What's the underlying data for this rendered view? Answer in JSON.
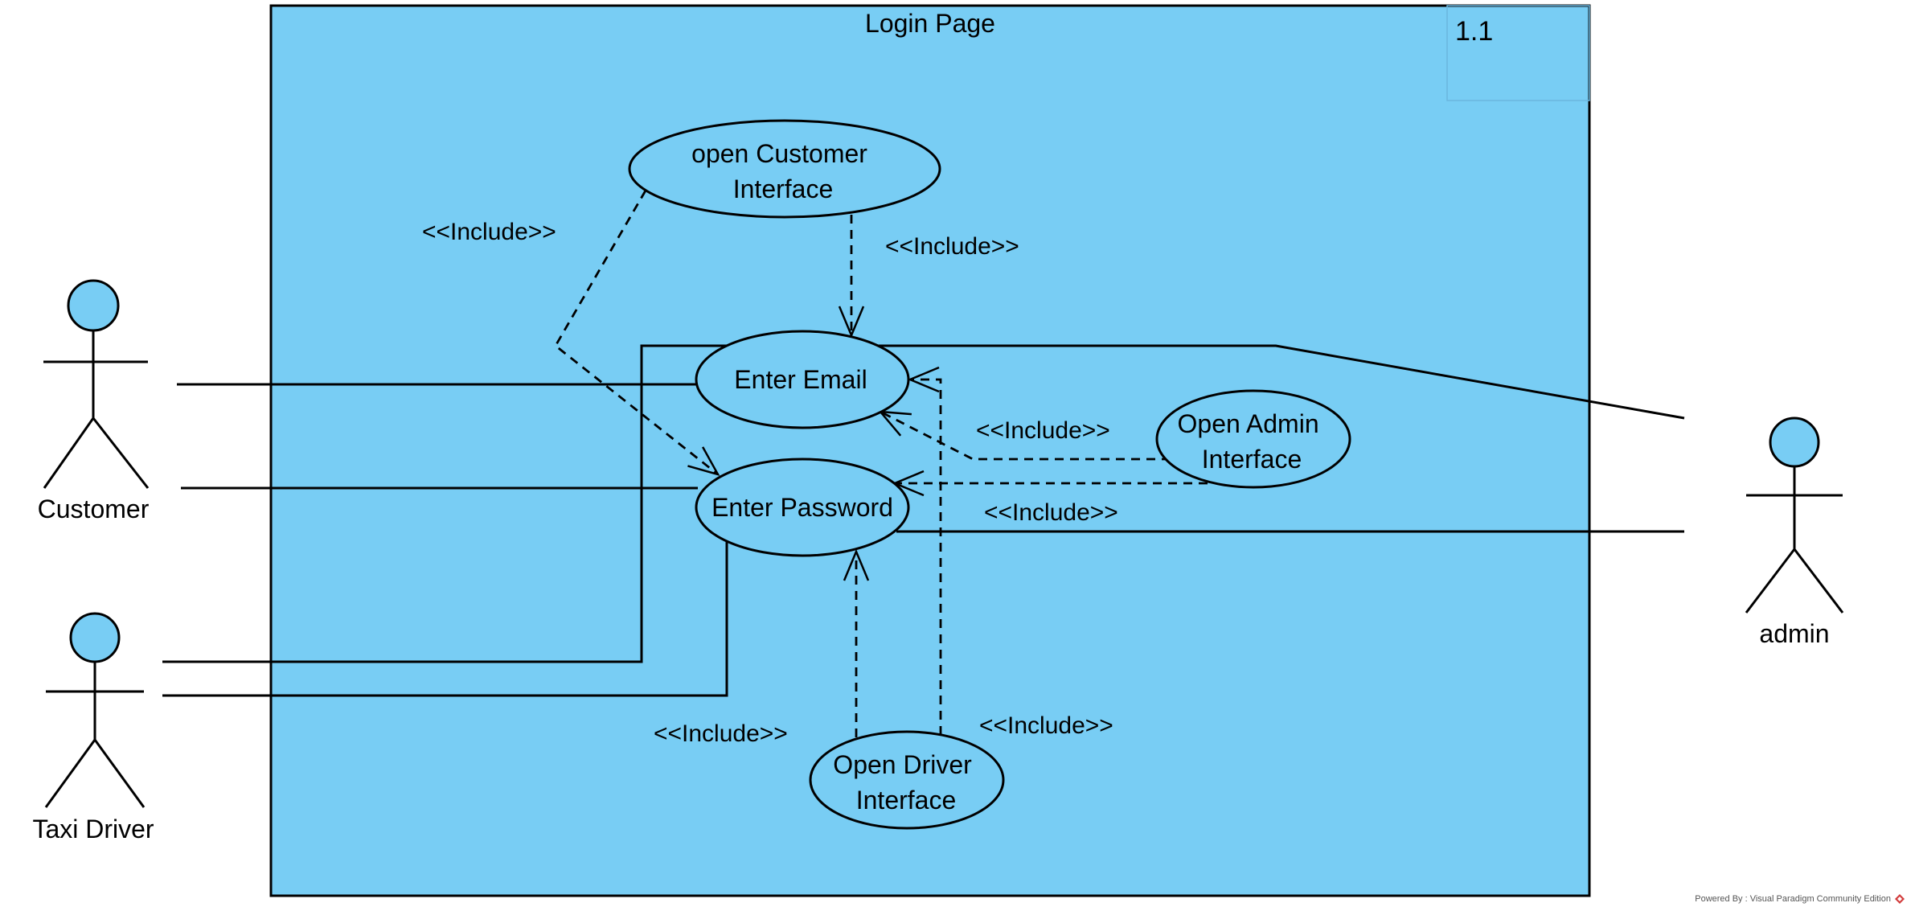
{
  "system": {
    "title": "Login Page",
    "version": "1.1"
  },
  "use_cases": {
    "open_customer": [
      "open Customer",
      "Interface"
    ],
    "enter_email": [
      "Enter Email"
    ],
    "enter_password": [
      "Enter Password"
    ],
    "open_admin": [
      "Open Admin",
      "Interface"
    ],
    "open_driver": [
      "Open Driver",
      "Interface"
    ]
  },
  "actors": {
    "customer": "Customer",
    "taxi_driver": "Taxi Driver",
    "admin": "admin"
  },
  "include_label": "<<Include>>",
  "footer": {
    "text": "Powered By : Visual Paradigm Community Edition",
    "logo_icon": "visual-paradigm-logo-icon"
  },
  "colors": {
    "fill": "#78CDF4",
    "stroke": "#000000",
    "background": "#FFFFFF"
  }
}
